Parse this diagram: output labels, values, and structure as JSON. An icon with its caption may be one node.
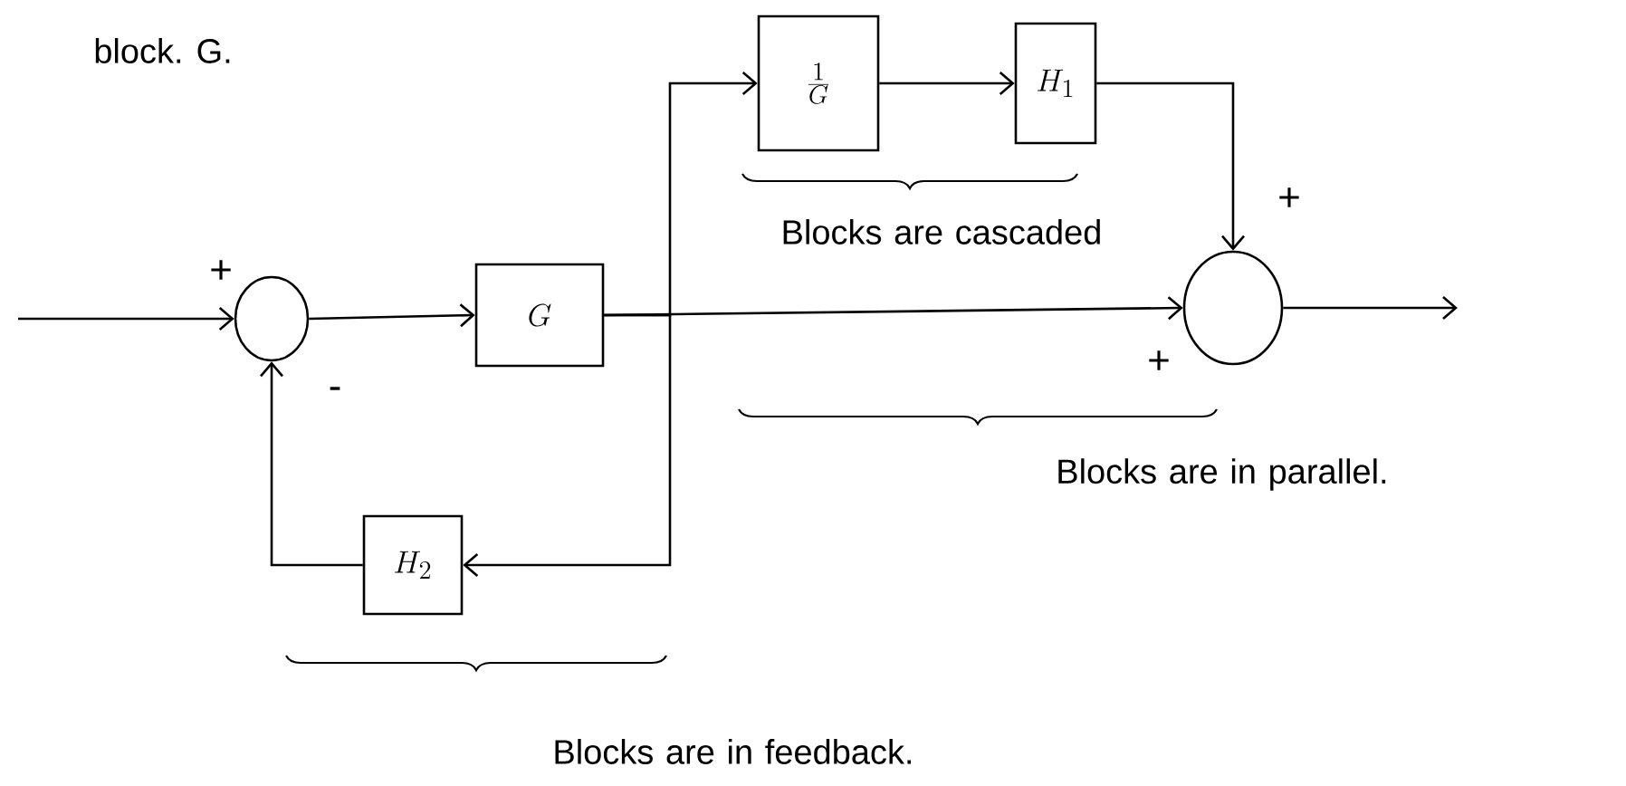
{
  "diagram": {
    "nodes": [
      {
        "text": [],
        "shape": "circle"
      },
      {
        "text": [
          "G"
        ]
      },
      {
        "text": [
          "\\frac{1}{G}"
        ]
      },
      {
        "text": [
          "H_1"
        ]
      },
      {
        "text": [],
        "shape": "circle"
      },
      {
        "text": [
          "H_2"
        ]
      }
    ],
    "edges": [
      {
        "from": null,
        "to": 0,
        "arrow": "to"
      },
      {
        "from": 0,
        "to": 1,
        "arrow": "to"
      },
      {
        "from": 1,
        "to": 2,
        "arrow": "to"
      },
      {
        "from": 2,
        "to": 3,
        "arrow": "to"
      },
      {
        "from": 3,
        "to": 4,
        "arrow": "to"
      },
      {
        "from": 1,
        "to": 4,
        "arrow": "to"
      },
      {
        "from": 4,
        "to": null,
        "arrow": "to"
      },
      {
        "from": 1,
        "to": 5,
        "arrow": "to"
      },
      {
        "from": 5,
        "to": 0,
        "arrow": "to"
      }
    ],
    "labels": [
      "block. G.",
      "+",
      "-",
      "+",
      "Blocks are cascaded",
      "+",
      "Blocks are in parallel.",
      "Blocks are in feedback."
    ]
  }
}
